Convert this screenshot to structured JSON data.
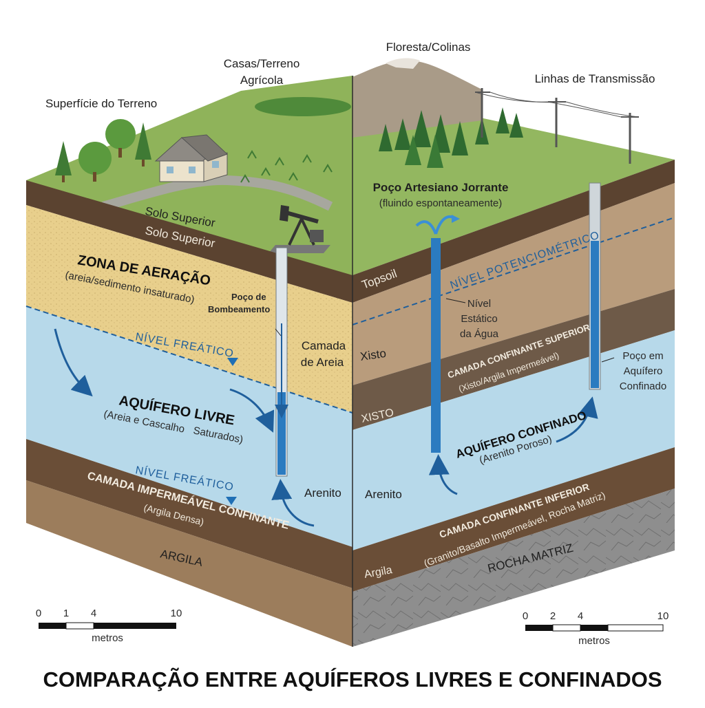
{
  "title": "COMPARAÇÃO ENTRE AQUÍFEROS LIVRES E CONFINADOS",
  "surface_labels": {
    "superficie": "Superfície do Terreno",
    "casas_line1": "Casas/Terreno",
    "casas_line2": "Agrícola",
    "floresta": "Floresta/Colinas",
    "linhas": "Linhas de Transmissão"
  },
  "left_block": {
    "solo_superior_1": "Solo Superior",
    "solo_superior_2": "Solo Superior",
    "zona_title": "ZONA DE AERAÇÃO",
    "zona_sub": "(areia/sedimento insaturado)",
    "poco_line1": "Poço de",
    "poco_line2": "Bombeamento",
    "camada_line1": "Camada",
    "camada_line2": "de Areia",
    "nivel_freatico_1": "NÍVEL FREÁTICO",
    "aquifero_title": "AQUÍFERO LIVRE",
    "aquifero_sub1": "(Areia e Cascalho",
    "aquifero_sub2": "Saturados)",
    "nivel_freatico_2": "NÍVEL FREÁTICO",
    "arenito": "Arenito",
    "camada_imp": "CAMADA IMPERMEÁVEL CONFINANTE",
    "argila_densa": "(Argila Densa)",
    "argila": "ARGILA"
  },
  "right_block": {
    "artesiano_title": "Poço Artesiano Jorrante",
    "artesiano_sub": "(fluindo espontaneamente)",
    "nivel_potenc": "NÍVEL POTENCIOMÉTRICO",
    "topsoil": "Topsoil",
    "nivel_est_1": "Nível",
    "nivel_est_2": "Estático",
    "nivel_est_3": "da Água",
    "xisto_1": "Xisto",
    "xisto_2": "XISTO",
    "conf_sup_title": "CAMADA CONFINANTE SUPERIOR",
    "conf_sup_sub": "(Xisto/Argila Impermeável)",
    "poco_conf_1": "Poço em",
    "poco_conf_2": "Aquífero",
    "poco_conf_3": "Confinado",
    "aq_conf_title": "AQUÍFERO CONFINADO",
    "aq_conf_sub": "(Arenito Poroso)",
    "arenito": "Arenito",
    "conf_inf_title": "CAMADA CONFINANTE INFERIOR",
    "conf_inf_sub": "(Granito/Basalto Impermeável, Rocha Matriz)",
    "argila": "Argila",
    "rocha": "ROCHA MATRIZ"
  },
  "scale_left": {
    "ticks": [
      "0",
      "1",
      "4",
      "10"
    ],
    "unit": "metros"
  },
  "scale_right": {
    "ticks": [
      "0",
      "2",
      "4",
      "10"
    ],
    "unit": "metros"
  },
  "colors": {
    "grass": "#8fb35a",
    "topsoil": "#5b4330",
    "sand": "#e8cf8c",
    "water": "#b7d9ea",
    "clay": "#6a4e37",
    "shale": "#7a6652",
    "bedrock": "#8f8f8f",
    "water_blue": "#1f6fb5"
  }
}
